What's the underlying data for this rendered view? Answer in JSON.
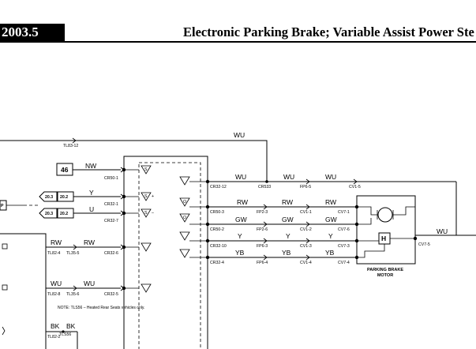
{
  "header": {
    "year": "2003.5",
    "title": "Electronic Parking Brake; Variable Assist Power Ste"
  },
  "top_wire": {
    "color": "WU",
    "connector": "TL83-12"
  },
  "left": {
    "fuse": "46",
    "w_nw": "NW",
    "cr50_1": "CR50-1",
    "ref_a1": "20.3",
    "ref_a2": "20.2",
    "w_y": "Y",
    "cr32_1": "CR32-1",
    "ref_b1": "20.3",
    "ref_b2": "20.2",
    "w_u": "U",
    "cr32_7": "CR32-7",
    "p_label": "P",
    "w_rw_a": "RW",
    "tl82_4": "TL82-4",
    "w_rw_b": "RW",
    "tl35_5": "TL35-5",
    "cr32_6": "CR32-6",
    "w_wu_a": "WU",
    "tl82_8": "TL82-8",
    "w_wu_b": "WU",
    "tl35_6": "TL35-6",
    "cr32_5": "CR32-5",
    "note": "NOTE: TLS56 – Heated Rear Seats vehicles only.",
    "w_bk_a": "BK",
    "w_bk_b": "BK",
    "tl82_2": "TL82-2",
    "tls56": "TLS56",
    "s_sense": "S",
    "s_plus": "S",
    "s_minus": "S",
    "plus": "+",
    "minus": "–"
  },
  "mid": {
    "cr32_12": "CR32-12",
    "w_wu_1": "WU",
    "cr533": "CR533",
    "w_wu_2": "WU",
    "fp6_5": "FP6-5",
    "w_wu_3": "WU",
    "cv1_5": "CV1-5",
    "cr50_3": "CR50-3",
    "w_rw_1": "RW",
    "fp2_3": "FP2-3",
    "w_rw_2": "RW",
    "cv1_1": "CV1-1",
    "w_rw_3": "RW",
    "cv7_1": "CV7-1",
    "cr50_2": "CR50-2",
    "w_gw_1": "GW",
    "fp2_6": "FP2-6",
    "w_gw_2": "GW",
    "cv1_2": "CV1-2",
    "w_gw_3": "GW",
    "cv7_6": "CV7-6",
    "cr32_10": "CR32-10",
    "w_y_1": "Y",
    "fp6_3": "FP6-3",
    "w_y_2": "Y",
    "cv1_3": "CV1-3",
    "w_y_3": "Y",
    "cv7_3": "CV7-3",
    "cr32_4": "CR32-4",
    "w_yb_1": "YB",
    "fp6_4": "FP6-4",
    "w_yb_2": "YB",
    "cv1_4": "CV1-4",
    "w_yb_3": "YB",
    "cv7_4": "CV7-4",
    "sym_o": "O",
    "sym_o2": "O"
  },
  "right": {
    "component": "PARKING BRAKE\nMOTOR",
    "component_l1": "PARKING BRAKE",
    "component_l2": "MOTOR",
    "h_label": "H",
    "w_wu_out": "WU",
    "cv7_5": "CV7-5"
  }
}
